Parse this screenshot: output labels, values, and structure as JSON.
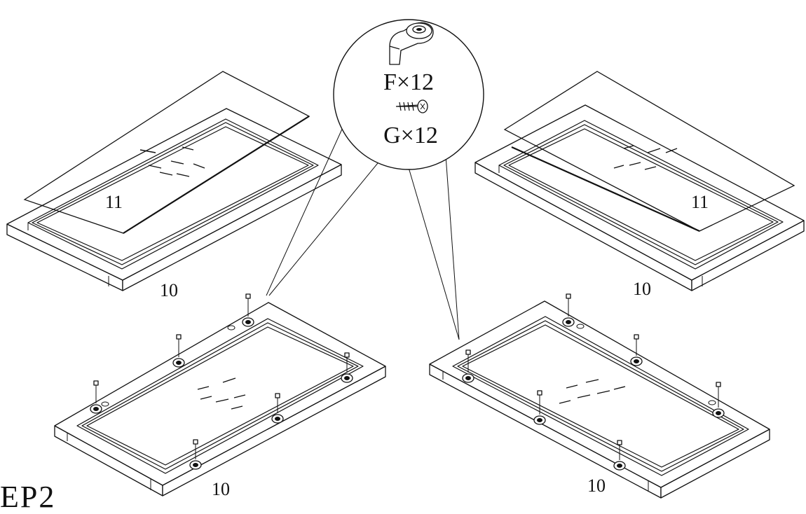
{
  "callout": {
    "part_f": "F×12",
    "part_g": "G×12"
  },
  "panels": {
    "top_left": {
      "frame_label": "10",
      "glass_label": "11"
    },
    "top_right": {
      "frame_label": "10",
      "glass_label": "11"
    },
    "bottom_left": {
      "frame_label": "10"
    },
    "bottom_right": {
      "frame_label": "10"
    }
  },
  "step_label": "EP2",
  "icons": {
    "clip": "clip-bracket-icon",
    "screw": "screw-icon"
  }
}
